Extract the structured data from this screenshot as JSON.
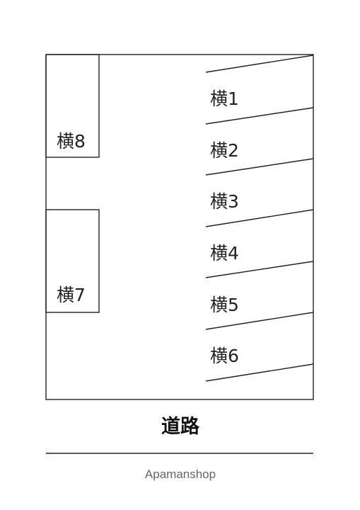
{
  "parking_lot": {
    "angled_spaces": [
      {
        "label": "横1"
      },
      {
        "label": "横2"
      },
      {
        "label": "横3"
      },
      {
        "label": "横4"
      },
      {
        "label": "横5"
      },
      {
        "label": "横6"
      }
    ],
    "side_spaces": {
      "top": {
        "label": "横8"
      },
      "bottom": {
        "label": "横7"
      }
    }
  },
  "road": {
    "label": "道路"
  },
  "footer": {
    "credit": "Apamanshop"
  }
}
